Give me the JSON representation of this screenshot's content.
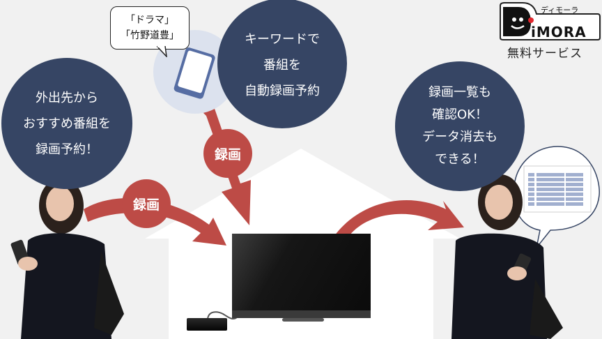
{
  "logo": {
    "kana": "ディモーラ",
    "wordmark": "DiMORA",
    "caption": "無料サービス",
    "accent_color": "#e0262d"
  },
  "callout": {
    "lines": [
      "「ドラマ」",
      "「竹野道豊」"
    ]
  },
  "bubbles": {
    "left": {
      "lines": [
        "外出先から",
        "おすすめ番組を",
        "録画予約！"
      ]
    },
    "keyword": {
      "lines": [
        "キーワードで",
        "番組を",
        "自動録画予約"
      ]
    },
    "right": {
      "lines": [
        "録画一覧も",
        "確認OK！",
        "データ消去も",
        "できる！"
      ]
    }
  },
  "badges": {
    "left": "録画",
    "center": "録画"
  },
  "devices": {
    "tv": "tv",
    "recorder": "recorder",
    "smartphone": "smartphone",
    "recording-list": "recording-list"
  },
  "colors": {
    "background": "#f1f1f1",
    "bubble": "#364564",
    "arrow": "#bd4b46",
    "phone_circle": "#dce2ee",
    "phone": "#566da3",
    "table": "#a1afcf",
    "house": "#ffffff"
  }
}
